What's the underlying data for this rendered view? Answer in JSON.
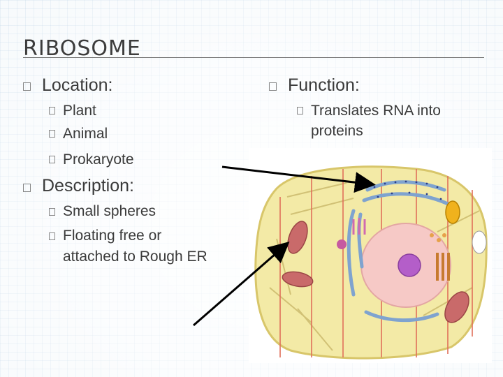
{
  "slide": {
    "title": "RIBOSOME",
    "left": {
      "location_heading": "Location:",
      "location_items": [
        "Plant",
        "Animal",
        "Prokaryote"
      ],
      "description_heading": "Description:",
      "description_items": [
        "Small spheres",
        "Floating free or",
        "attached to Rough ER"
      ]
    },
    "right": {
      "function_heading": "Function:",
      "function_lines": [
        "Translates RNA into",
        "proteins"
      ]
    }
  },
  "colors": {
    "accent_text": "#3a3a3a",
    "cell_cytoplasm": "#f3eaa6",
    "nucleus": "#f6c9c6",
    "nucleolus": "#b45ec9",
    "mitochondria": "#c96a6a",
    "er": "#9ab6d8",
    "arrow": "#000000"
  },
  "icons": {
    "bullet": "square-bullet-icon",
    "diagram": "animal-cell-diagram"
  }
}
